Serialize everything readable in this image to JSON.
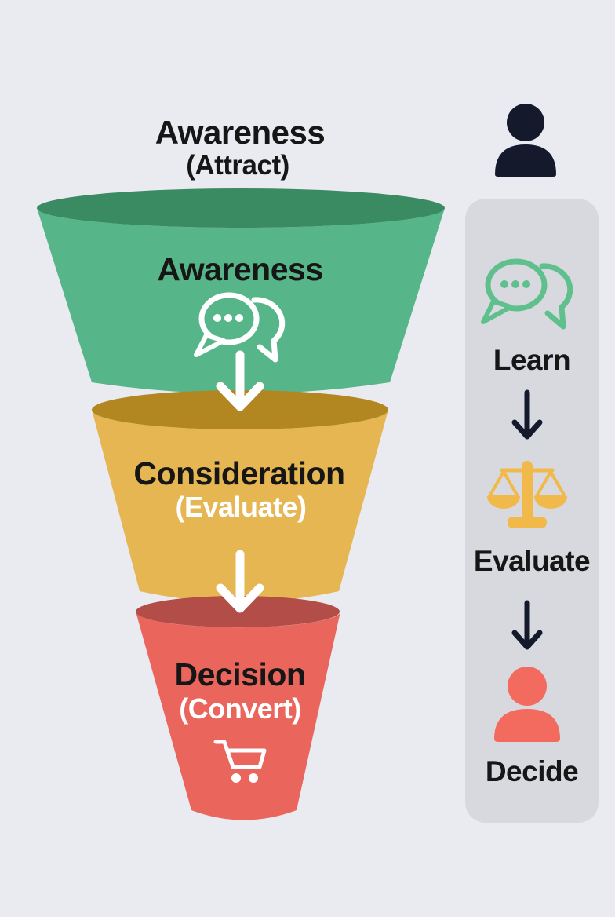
{
  "title": {
    "line1": "Awareness",
    "line2": "(Attract)"
  },
  "funnel": {
    "arrow_color": "#ffffff",
    "stages": [
      {
        "label": "Awareness",
        "sublabel": "",
        "icon": "chat-bubbles-icon",
        "body_color": "#57b689",
        "rim_color": "#3a8a62"
      },
      {
        "label": "Consideration",
        "sublabel": "(Evaluate)",
        "icon": "",
        "body_color": "#e6b652",
        "rim_color": "#b28722"
      },
      {
        "label": "Decision",
        "sublabel": "(Convert)",
        "icon": "shopping-cart-icon",
        "body_color": "#ea655c",
        "rim_color": "#b24d47"
      }
    ]
  },
  "sidebar": {
    "person_icon_color": "#141a2c",
    "panel_color": "#d7d9df",
    "arrow_color": "#141a2c",
    "steps": [
      {
        "label": "Learn",
        "icon": "chat-bubbles-icon",
        "icon_color": "#5fc08d"
      },
      {
        "label": "Evaluate",
        "icon": "scales-icon",
        "icon_color": "#f0b94a"
      },
      {
        "label": "Decide",
        "icon": "person-icon",
        "icon_color": "#f26b5e"
      }
    ]
  },
  "colors": {
    "background": "#e9ebf1",
    "white": "#ffffff",
    "text": "#161616"
  }
}
